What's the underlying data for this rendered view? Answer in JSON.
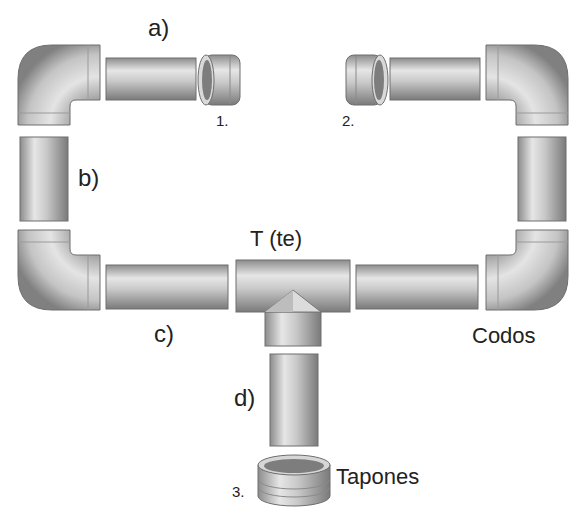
{
  "diagram": {
    "labels": [
      "a)",
      "1.",
      "2.",
      "b)",
      "T (te)",
      "c)",
      "Codos",
      "d)",
      "3.",
      "Tapones"
    ]
  }
}
